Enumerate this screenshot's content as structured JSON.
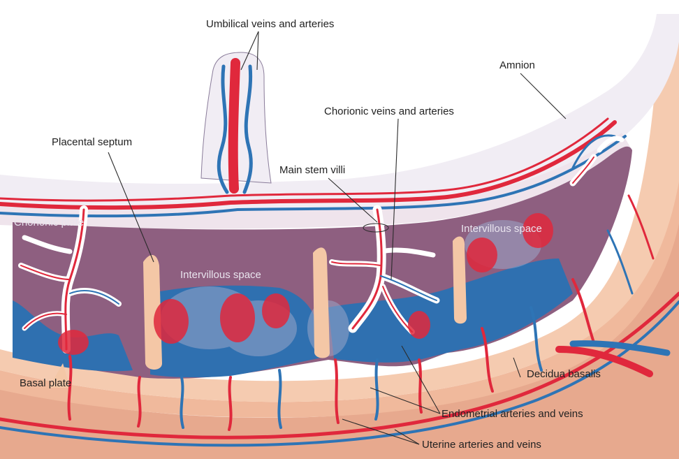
{
  "labels": {
    "umbilical": "Umbilical veins and arteries",
    "amnion": "Amnion",
    "chorionic_vessels": "Chorionic veins and arteries",
    "placental_septum": "Placental septum",
    "main_stem_villi": "Main stem villi",
    "chorionic_plate": "Chorionic plate",
    "intervillous_space_left": "Intervillous space",
    "intervillous_space_right": "Intervillous space",
    "basal_plate": "Basal plate",
    "decidua_basalis": "Decidua basalis",
    "endometrial": "Endometrial arteries and veins",
    "uterine": "Uterine arteries and veins"
  },
  "colors": {
    "artery": "#e0283c",
    "vein": "#2e74b5",
    "intervillous": "#8a5a7a",
    "maternal_blood": "#2e6fb0",
    "decidua": "#f3c3a2",
    "myometrium": "#e9a98c",
    "amnion": "#f1eef4",
    "villi_outline": "#ffffff"
  }
}
